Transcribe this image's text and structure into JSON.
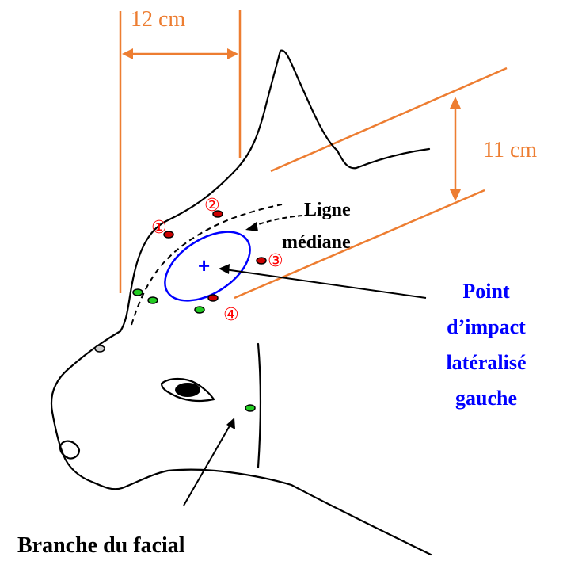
{
  "measurements": {
    "width": "12 cm",
    "height": "11 cm"
  },
  "labels": {
    "midline": [
      "Ligne",
      "médiane"
    ],
    "impact": [
      "Point",
      "d’impact",
      "latéralisé",
      "gauche"
    ],
    "facial_branch": "Branche du facial"
  },
  "numbered_points": [
    "①",
    "②",
    "③",
    "④"
  ],
  "colors": {
    "measure": "#ED7D31",
    "impact": "#0000FF",
    "numbers": "#FF0000",
    "red_point": "#CC0000",
    "green_point": "#22CC22",
    "outline": "#000000"
  }
}
